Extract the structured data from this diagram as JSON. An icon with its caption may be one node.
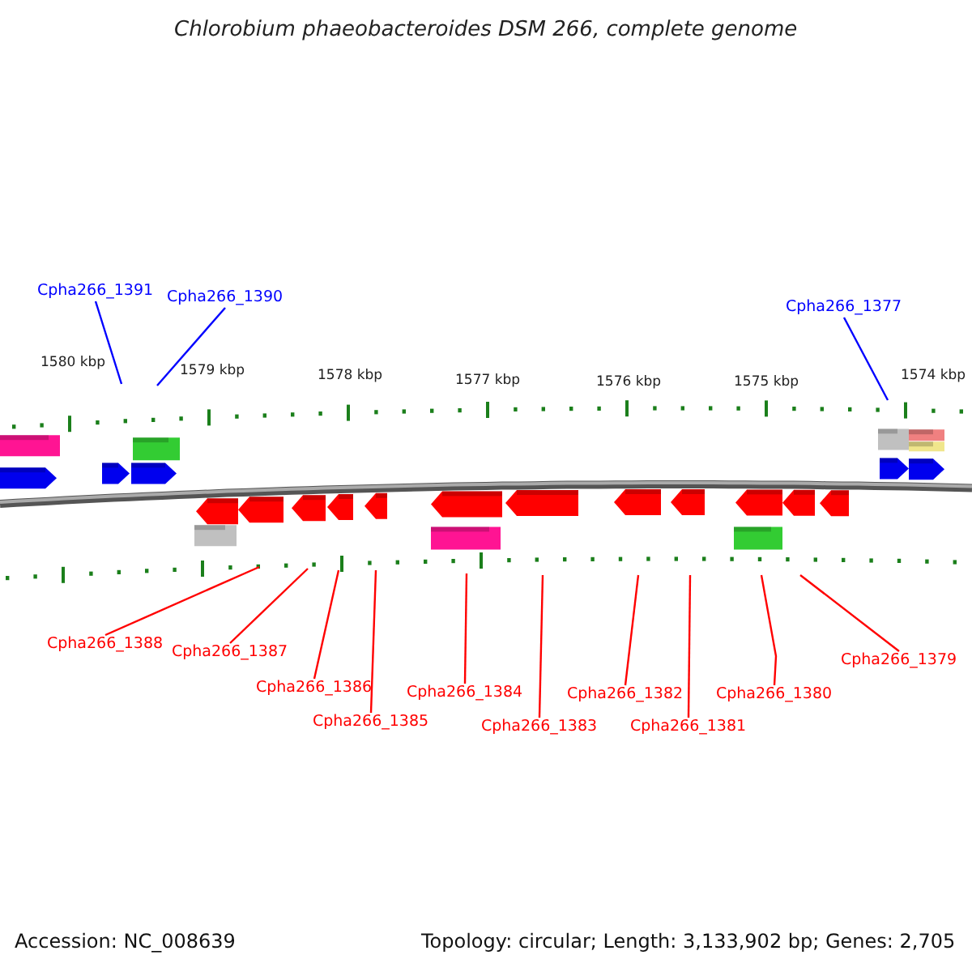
{
  "diagram": {
    "title": "Chlorobium phaeobacteroides DSM 266, complete genome",
    "nodes": [
      {
        "text": [
          "Cpha266_1391"
        ]
      },
      {
        "text": [
          "Cpha266_1390"
        ]
      },
      {
        "text": [
          "Cpha266_1377"
        ]
      },
      {
        "text": [
          "Cpha266_1388"
        ]
      },
      {
        "text": [
          "Cpha266_1387"
        ]
      },
      {
        "text": [
          "Cpha266_1386"
        ]
      },
      {
        "text": [
          "Cpha266_1385"
        ]
      },
      {
        "text": [
          "Cpha266_1384"
        ]
      },
      {
        "text": [
          "Cpha266_1383"
        ]
      },
      {
        "text": [
          "Cpha266_1382"
        ]
      },
      {
        "text": [
          "Cpha266_1381"
        ]
      },
      {
        "text": [
          "Cpha266_1380"
        ]
      },
      {
        "text": [
          "Cpha266_1379"
        ]
      }
    ],
    "edges": [
      {
        "from": 0,
        "to": null,
        "arrow": "none",
        "color": "#0000ff"
      },
      {
        "from": 1,
        "to": null,
        "arrow": "none",
        "color": "#0000ff"
      },
      {
        "from": 2,
        "to": null,
        "arrow": "none",
        "color": "#0000ff"
      },
      {
        "from": 3,
        "to": null,
        "arrow": "none"
      },
      {
        "from": 4,
        "to": null,
        "arrow": "none"
      },
      {
        "from": 5,
        "to": null,
        "arrow": "none"
      },
      {
        "from": 6,
        "to": null,
        "arrow": "none"
      },
      {
        "from": 7,
        "to": null,
        "arrow": "none"
      },
      {
        "from": 8,
        "to": null,
        "arrow": "none"
      },
      {
        "from": 9,
        "to": null,
        "arrow": "none"
      },
      {
        "from": 10,
        "to": null,
        "arrow": "none"
      },
      {
        "from": 11,
        "to": null,
        "arrow": "none"
      },
      {
        "from": 12,
        "to": null,
        "arrow": "none"
      }
    ],
    "labels": [
      "1580 kbp",
      "1579 kbp",
      "1578 kbp",
      "1577 kbp",
      "1576 kbp",
      "1575 kbp",
      "1574 kbp",
      "Accession: NC_008639",
      "Topology: circular; Length: 3,133,902 bp; Genes: 2,705"
    ]
  }
}
